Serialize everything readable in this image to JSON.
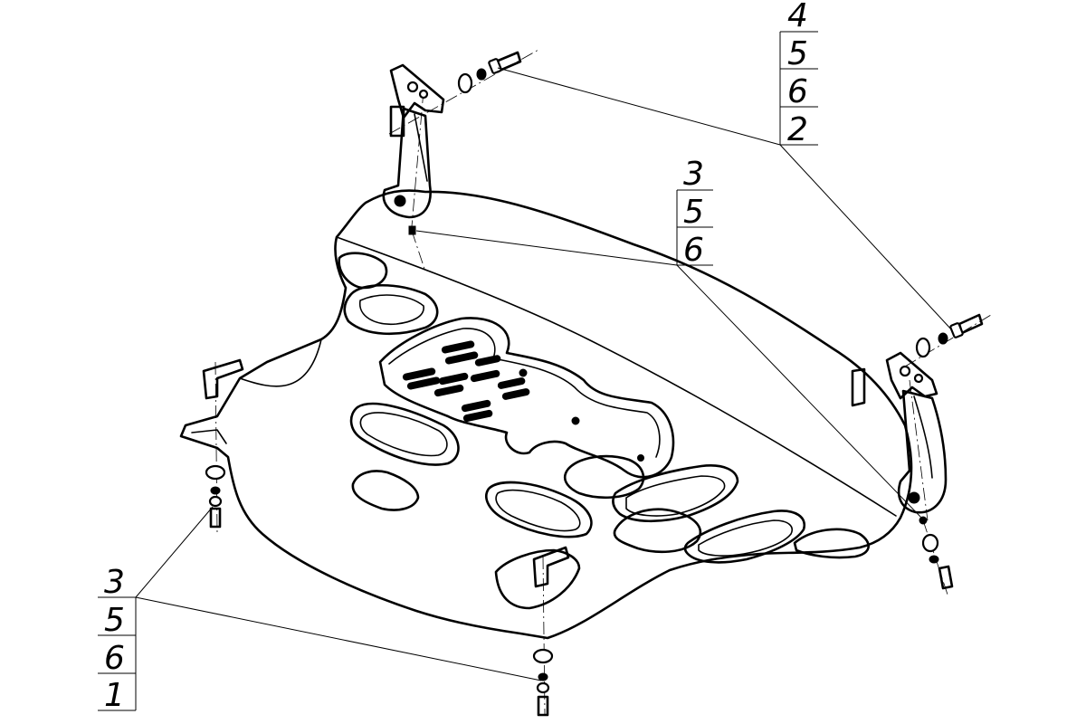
{
  "callouts": {
    "top_right": [
      "4",
      "5",
      "6",
      "2"
    ],
    "center": [
      "3",
      "5",
      "6"
    ],
    "bottom_left": [
      "3",
      "5",
      "6",
      "1"
    ]
  },
  "colors": {
    "line": "#000000",
    "background": "#ffffff"
  }
}
